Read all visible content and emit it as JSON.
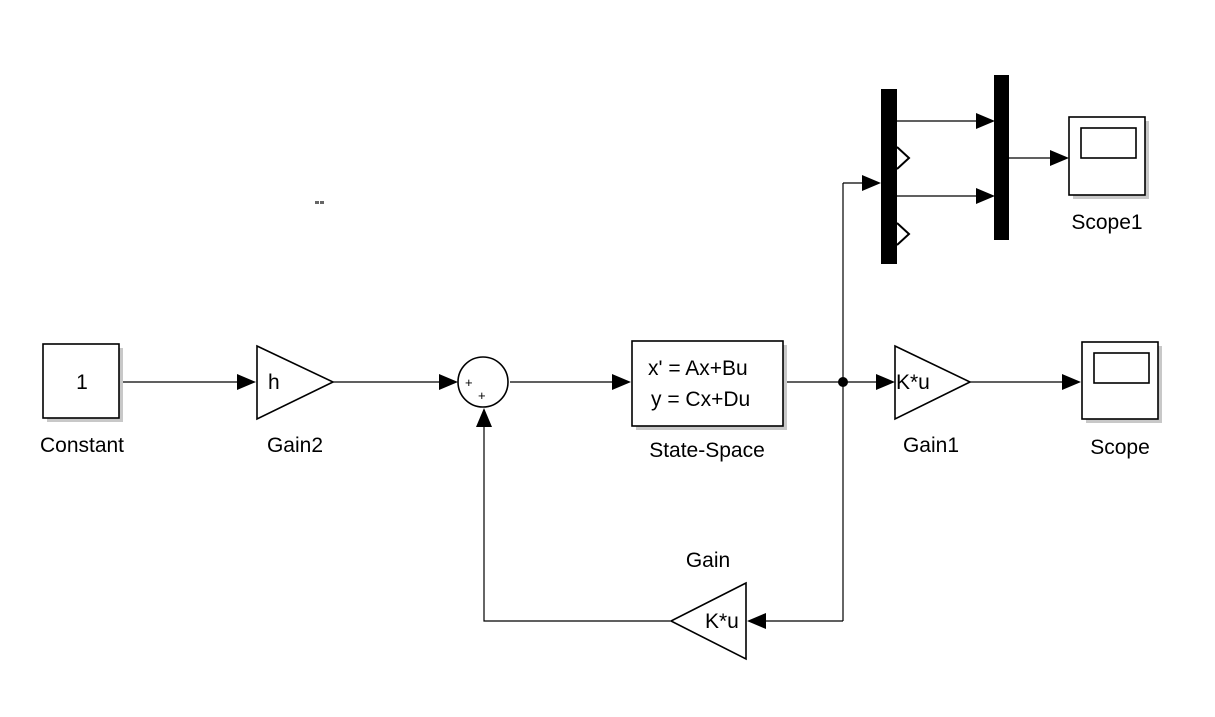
{
  "blocks": {
    "constant": {
      "value": "1",
      "label": "Constant"
    },
    "gain2": {
      "value": "h",
      "label": "Gain2"
    },
    "sum": {
      "signs": [
        "+",
        "+"
      ]
    },
    "state_space": {
      "line1": "x' = Ax+Bu",
      "line2": "y = Cx+Du",
      "label": "State-Space"
    },
    "gain1": {
      "value": "K*u",
      "label": "Gain1"
    },
    "gain": {
      "value": "K*u",
      "label": "Gain"
    },
    "scope": {
      "label": "Scope"
    },
    "scope1": {
      "label": "Scope1"
    }
  }
}
